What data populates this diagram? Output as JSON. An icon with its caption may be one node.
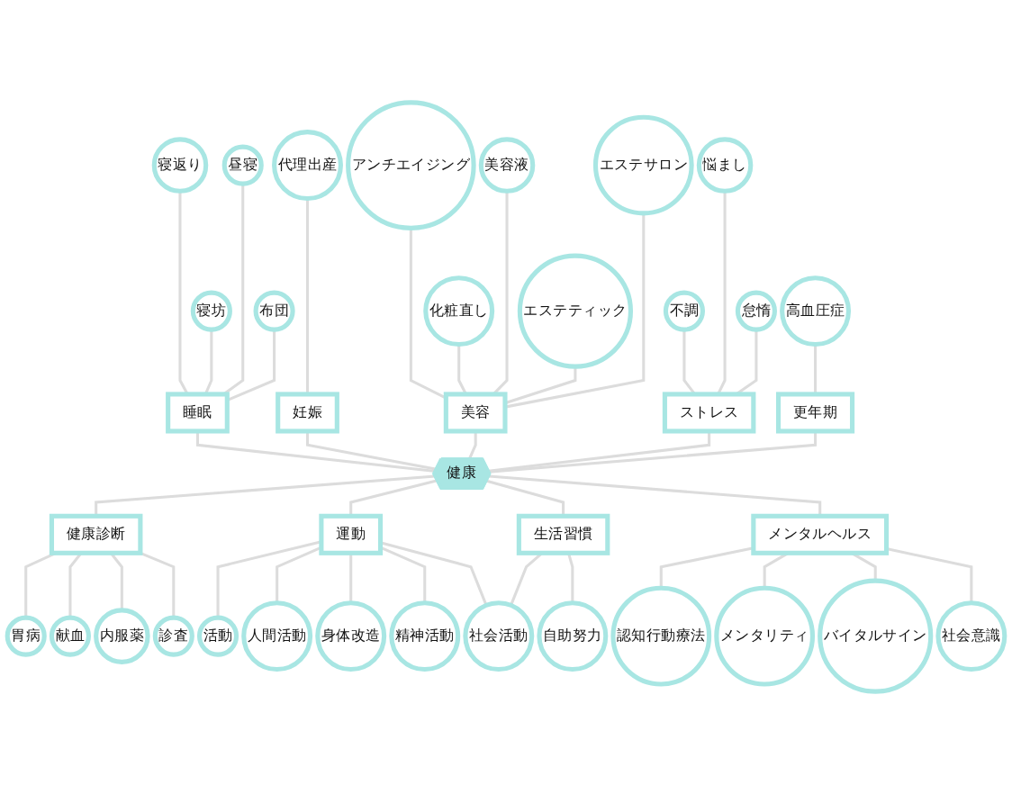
{
  "diagram": {
    "nodes": [
      {
        "text": [
          "寝返り"
        ]
      },
      {
        "text": [
          "アンチエイジング"
        ]
      },
      {
        "text": [
          "高血圧症"
        ]
      },
      {
        "text": [
          "寝坊"
        ]
      },
      {
        "text": [
          "エステティック"
        ]
      },
      {
        "text": [
          "代理出産"
        ]
      },
      {
        "text": [
          "化粧直し"
        ]
      },
      {
        "text": [
          "美容液"
        ]
      },
      {
        "text": [
          "昼寝"
        ]
      },
      {
        "text": [
          "更年期"
        ]
      },
      {
        "text": [
          "エステサロン"
        ]
      },
      {
        "text": [
          "布団"
        ]
      },
      {
        "text": [
          "睡眠"
        ]
      },
      {
        "text": [
          "美容"
        ]
      },
      {
        "text": [
          "不調"
        ]
      },
      {
        "text": [
          "胃病"
        ]
      },
      {
        "text": [
          "妊娠"
        ]
      },
      {
        "text": [
          "ストレス"
        ]
      },
      {
        "text": [
          "悩まし"
        ]
      },
      {
        "text": [
          "献血"
        ]
      },
      {
        "text": [
          "健康"
        ]
      },
      {
        "text": [
          "健康診断"
        ]
      },
      {
        "text": [
          "怠惰"
        ]
      },
      {
        "text": [
          "メンタルヘルス"
        ]
      },
      {
        "text": [
          "内服薬"
        ]
      },
      {
        "text": [
          "バイタルサイン"
        ]
      },
      {
        "text": [
          "運動"
        ]
      },
      {
        "text": [
          "生活習慣"
        ]
      },
      {
        "text": [
          "活動"
        ]
      },
      {
        "text": [
          "認知行動療法"
        ]
      },
      {
        "text": [
          "診査"
        ]
      },
      {
        "text": [
          "人間活動"
        ]
      },
      {
        "text": [
          "メンタリティ"
        ]
      },
      {
        "text": [
          "自助努力"
        ]
      },
      {
        "text": [
          "身体改造"
        ]
      },
      {
        "text": [
          "社会活動"
        ]
      },
      {
        "text": [
          "精神活動"
        ]
      },
      {
        "text": [
          "社会意識"
        ]
      }
    ],
    "edges": [
      {
        "from": 12,
        "to": 20,
        "arrow": "none"
      },
      {
        "from": 16,
        "to": 20,
        "arrow": "none"
      },
      {
        "from": 13,
        "to": 20,
        "arrow": "none"
      },
      {
        "from": 17,
        "to": 20,
        "arrow": "none"
      },
      {
        "from": 9,
        "to": 20,
        "arrow": "none"
      },
      {
        "from": 20,
        "to": 21,
        "arrow": "none"
      },
      {
        "from": 20,
        "to": 26,
        "arrow": "none"
      },
      {
        "from": 20,
        "to": 27,
        "arrow": "none"
      },
      {
        "from": 20,
        "to": 23,
        "arrow": "none"
      },
      {
        "from": 0,
        "to": 12,
        "arrow": "none"
      },
      {
        "from": 3,
        "to": 12,
        "arrow": "none"
      },
      {
        "from": 8,
        "to": 12,
        "arrow": "none"
      },
      {
        "from": 11,
        "to": 12,
        "arrow": "none"
      },
      {
        "from": 5,
        "to": 16,
        "arrow": "none"
      },
      {
        "from": 1,
        "to": 13,
        "arrow": "none"
      },
      {
        "from": 6,
        "to": 13,
        "arrow": "none"
      },
      {
        "from": 7,
        "to": 13,
        "arrow": "none"
      },
      {
        "from": 4,
        "to": 13,
        "arrow": "none"
      },
      {
        "from": 10,
        "to": 13,
        "arrow": "none"
      },
      {
        "from": 2,
        "to": 9,
        "arrow": "none"
      },
      {
        "from": 14,
        "to": 17,
        "arrow": "none"
      },
      {
        "from": 18,
        "to": 17,
        "arrow": "none"
      },
      {
        "from": 22,
        "to": 17,
        "arrow": "none"
      },
      {
        "from": 21,
        "to": 15,
        "arrow": "none"
      },
      {
        "from": 21,
        "to": 19,
        "arrow": "none"
      },
      {
        "from": 21,
        "to": 24,
        "arrow": "none"
      },
      {
        "from": 21,
        "to": 30,
        "arrow": "none"
      },
      {
        "from": 26,
        "to": 28,
        "arrow": "none"
      },
      {
        "from": 26,
        "to": 31,
        "arrow": "none"
      },
      {
        "from": 26,
        "to": 34,
        "arrow": "none"
      },
      {
        "from": 26,
        "to": 36,
        "arrow": "none"
      },
      {
        "from": 26,
        "to": 35,
        "arrow": "none"
      },
      {
        "from": 27,
        "to": 35,
        "arrow": "none"
      },
      {
        "from": 27,
        "to": 33,
        "arrow": "none"
      },
      {
        "from": 23,
        "to": 29,
        "arrow": "none"
      },
      {
        "from": 23,
        "to": 32,
        "arrow": "none"
      },
      {
        "from": 23,
        "to": 25,
        "arrow": "none"
      },
      {
        "from": 23,
        "to": 37,
        "arrow": "none"
      }
    ]
  }
}
